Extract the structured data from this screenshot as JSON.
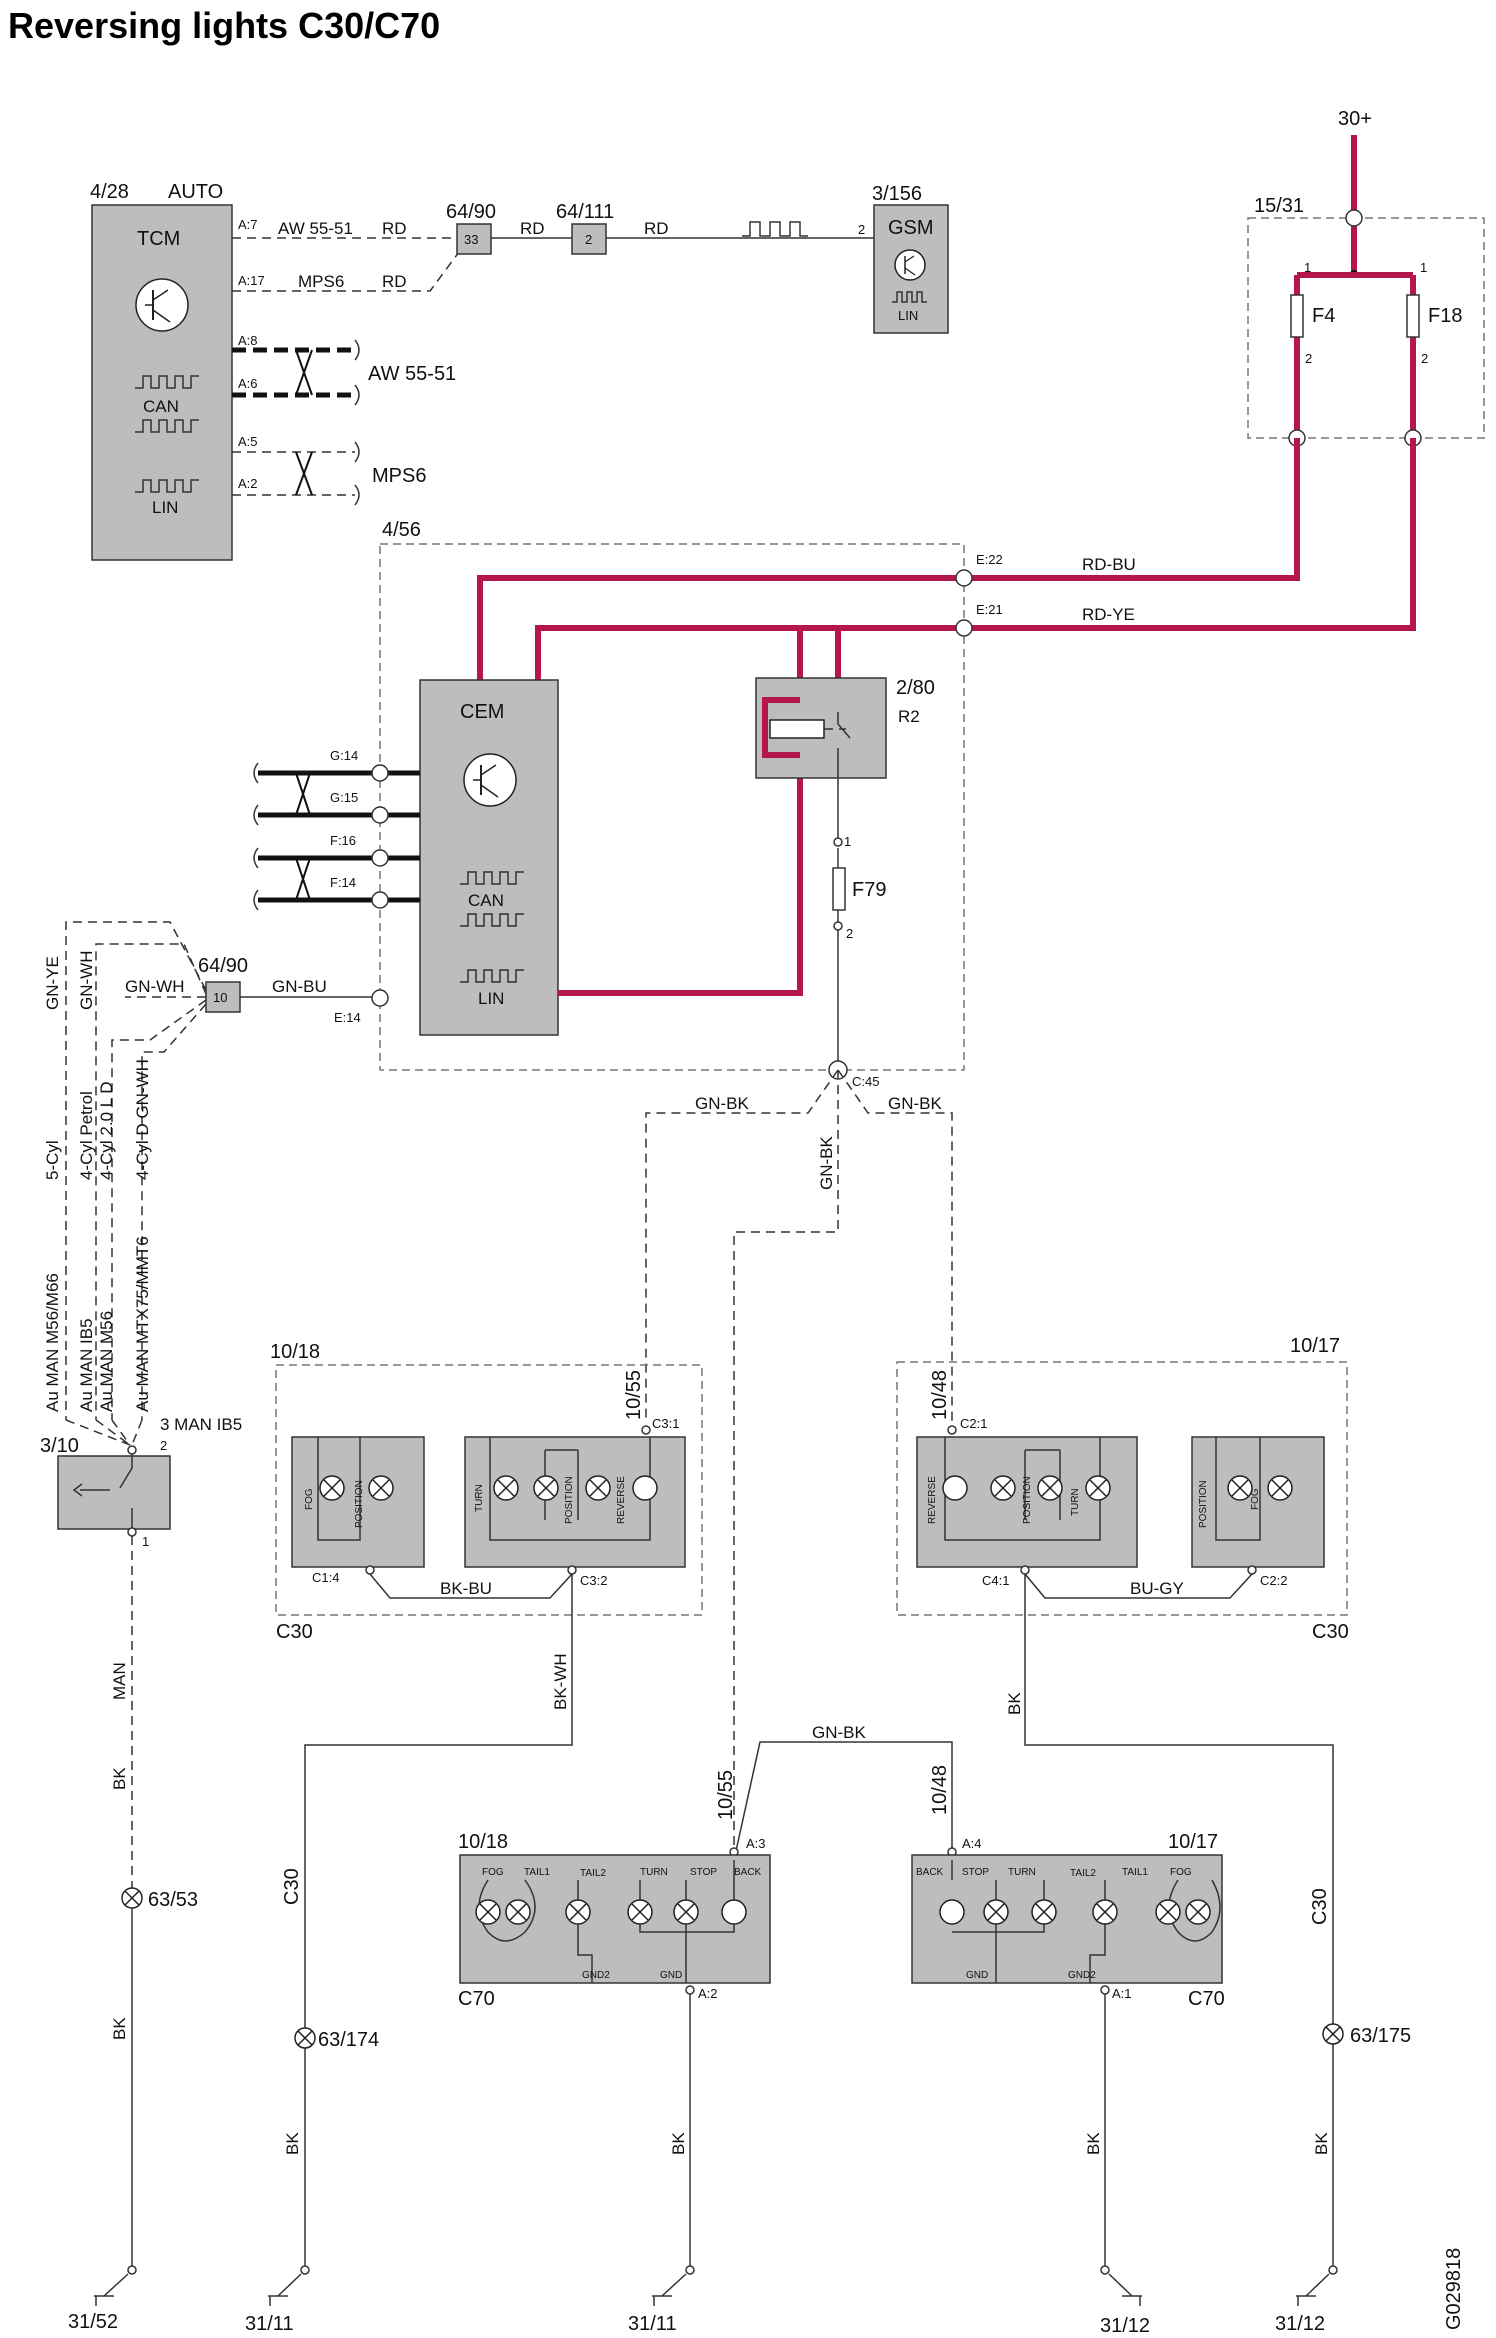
{
  "title": "Reversing lights C30/C70",
  "colors": {
    "power_wire": "#b5174a",
    "component_fill": "#bdbdbd"
  },
  "tcm": {
    "ref": "4/28",
    "variant": "AUTO",
    "name": "TCM",
    "can": "CAN",
    "lin": "LIN",
    "pins": {
      "a7": "A:7",
      "a17": "A:17",
      "a8": "A:8",
      "a6": "A:6",
      "a5": "A:5",
      "a2": "A:2"
    }
  },
  "tcm_wires": {
    "aw": "AW 55-51",
    "mps": "MPS6",
    "rd": "RD",
    "can_aw": "AW 55-51",
    "can_mps": "MPS6"
  },
  "splice_top": {
    "ref": "64/90",
    "num": "33"
  },
  "splice_mid": {
    "ref": "64/111",
    "num": "2"
  },
  "gsm": {
    "ref": "3/156",
    "name": "GSM",
    "lin": "LIN",
    "pin": "2"
  },
  "fuse_box": {
    "ref": "15/31",
    "supply": "30+",
    "f4": "F4",
    "f18": "F18",
    "p1": "1",
    "p2": "2"
  },
  "cem_box": {
    "ref": "4/56",
    "name": "CEM",
    "can": "CAN",
    "lin": "LIN",
    "pins": {
      "e22": "E:22",
      "e21": "E:21",
      "g14": "G:14",
      "g15": "G:15",
      "f16": "F:16",
      "f14": "F:14",
      "e14": "E:14"
    },
    "wire_e22": "RD-BU",
    "wire_e21": "RD-YE"
  },
  "relay": {
    "ref": "2/80",
    "name": "R2"
  },
  "fuse_f79": {
    "name": "F79",
    "p1": "1",
    "p2": "2"
  },
  "splice_left": {
    "ref": "64/90",
    "num": "10",
    "wire_in": "GN-WH",
    "wire_out": "GN-BU"
  },
  "left_wires": [
    "GN-YE",
    "GN-WH"
  ],
  "variants": [
    "5-Cyl",
    "4-Cyl Petrol",
    "4-Cyl 2.0 L D",
    "4-Cyl D GN-WH"
  ],
  "variants2": [
    "Au  MAN  M56/M66",
    "Au  MAN  IB5",
    "Au  MAN  M56",
    "Au  MAN  MTX75/MMT6"
  ],
  "switch": {
    "ref": "3/10",
    "p2": "2",
    "p1": "1",
    "note": "3 MAN IB5",
    "wire1": "MAN",
    "wire2": "BK",
    "lamp": "63/53",
    "wire3": "BK",
    "ground": "31/52"
  },
  "c45": {
    "name": "C:45",
    "w1": "GN-BK",
    "w2": "GN-BK",
    "w3": "GN-BK"
  },
  "left_c30": {
    "ref": "10/18",
    "sub": "10/55",
    "c31": "C3:1",
    "c14": "C1:4",
    "c32": "C3:2",
    "wire": "BK-BU",
    "model": "C30",
    "lamps1": [
      "FOG",
      "POSITION"
    ],
    "lamps2": [
      "TURN",
      "",
      "POSITION",
      "REVERSE"
    ]
  },
  "right_c30": {
    "ref": "10/17",
    "sub": "10/48",
    "c21": "C2:1",
    "c41": "C4:1",
    "c22": "C2:2",
    "wire": "BU-GY",
    "model": "C30",
    "lamps1": [
      "REVERSE",
      "POSITION",
      "",
      "TURN"
    ],
    "lamps2": [
      "POSITION",
      "FOG"
    ]
  },
  "lower": {
    "wire_bkwh": "BK-WH",
    "wire_bk": "BK",
    "gn_bk": "GN-BK",
    "sub_l": "10/55",
    "sub_r": "10/48",
    "a3": "A:3",
    "a4": "A:4",
    "c30_l": "C30",
    "c30_r": "C30",
    "lamp_l": "63/174",
    "lamp_r": "63/175"
  },
  "left_c70": {
    "ref": "10/18",
    "model": "C70",
    "a2": "A:2",
    "labels": [
      "FOG",
      "TAIL1",
      "TAIL2",
      "TURN",
      "STOP",
      "BACK"
    ],
    "gnd2": "GND2",
    "gnd": "GND"
  },
  "right_c70": {
    "ref": "10/17",
    "model": "C70",
    "a1": "A:1",
    "labels": [
      "BACK",
      "STOP",
      "TURN",
      "TAIL2",
      "TAIL1",
      "FOG"
    ],
    "gnd": "GND",
    "gnd2": "GND2"
  },
  "grounds": {
    "w1": "BK",
    "w2": "BK",
    "w3": "BK",
    "w4": "BK",
    "w5": "BK",
    "g1": "31/11",
    "g2": "31/11",
    "g3": "31/12",
    "g4": "31/12"
  },
  "code": "G029818"
}
